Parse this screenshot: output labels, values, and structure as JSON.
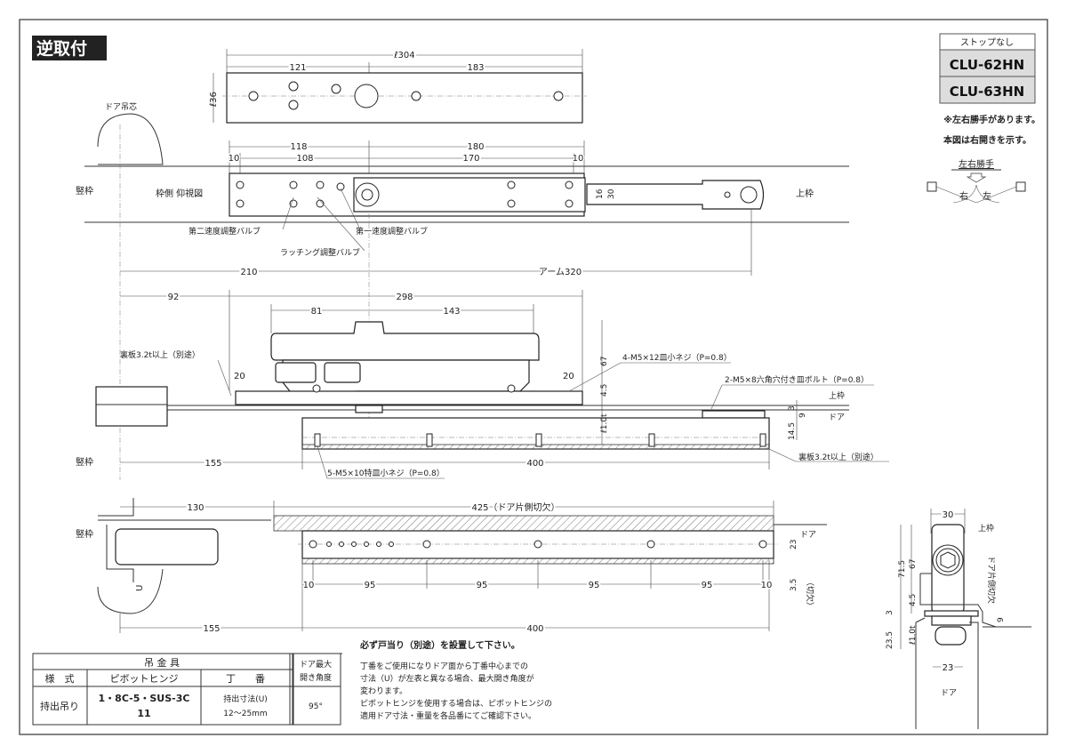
{
  "title": "逆取付",
  "model_box": {
    "header": "ストップなし",
    "models": [
      "CLU-62HN",
      "CLU-63HN"
    ]
  },
  "hand_notes": {
    "line1": "※左右勝手があります。",
    "line2": "本図は右開きを示す。",
    "hand_title": "左右勝手",
    "right": "右",
    "left": "左"
  },
  "top_plate": {
    "overall": "ℓ304",
    "left": "121",
    "right": "183",
    "height": "ℓ36"
  },
  "frame_view": {
    "pivot": "ドア吊芯",
    "vertical_frame": "竪枠",
    "view_label": "枠側 仰視図",
    "head_frame": "上枠",
    "d118": "118",
    "d180": "180",
    "d10a": "10",
    "d108": "108",
    "d170": "170",
    "d10b": "10",
    "d16": "16",
    "d30": "30",
    "valve2": "第二速度調整バルブ",
    "valve1": "第一速度調整バルブ",
    "latch_valve": "ラッチング調整バルブ",
    "d210": "210",
    "arm": "アーム320"
  },
  "side_view": {
    "d92": "92",
    "d298": "298",
    "d81": "81",
    "d143": "143",
    "backplate_top": "裏板3.2t以上（別途）",
    "d20a": "20",
    "d20b": "20",
    "d67": "67",
    "d4_5": "4.5",
    "screw1": "4-M5×12皿小ネジ（P=0.8）",
    "screw2": "2-M5×8六角穴付き皿ボルト（P=0.8）",
    "head_frame": "上枠",
    "door": "ドア",
    "d3": "3",
    "d9": "9",
    "d14_5": "14.5",
    "t1": "ℓ1.0t",
    "vertical_frame": "竪枠",
    "d155": "155",
    "d400": "400",
    "backplate_bottom": "裏板3.2t以上（別途）",
    "screw3": "5-M5×10特皿小ネジ（P=0.8）"
  },
  "plan_view": {
    "vertical_frame": "竪枠",
    "d130": "130",
    "cutout": "425（ドア片側切欠）",
    "door": "ドア",
    "d23": "23",
    "cut": "（切欠）",
    "d3_5": "3.5",
    "u": "U",
    "pitch": [
      "10",
      "95",
      "95",
      "95",
      "95",
      "10"
    ],
    "d155": "155",
    "d400": "400"
  },
  "section": {
    "d30": "30",
    "head_frame": "上枠",
    "d71_5": "71.5",
    "d67": "67",
    "d4_5": "4.5",
    "d3": "3",
    "d23_5": "23.5",
    "t1": "ℓ1.0t",
    "d23": "23",
    "door": "ドア",
    "cutout": "ドア片側切欠",
    "d9": "9"
  },
  "table": {
    "group_header": "吊 金 具",
    "max_angle_header_1": "ドア最大",
    "max_angle_header_2": "開き角度",
    "col_style": "様　式",
    "col_pivot": "ピボットヒンジ",
    "col_hinge": "丁　　番",
    "row_style": "持出吊り",
    "row_pivot_1": "1・8C-5・SUS-3C",
    "row_pivot_2": "11",
    "row_hinge_1": "持出寸法(U)",
    "row_hinge_2": "12〜25mm",
    "row_angle": "95°"
  },
  "notes": {
    "heading": "必ず戸当り（別途）を設置して下さい。",
    "lines": [
      "丁番をご使用になりドア面から丁番中心までの",
      "寸法（U）が左表と異なる場合、最大開き角度が",
      "変わります。",
      "ピボットヒンジを使用する場合は、ピボットヒンジの",
      "適用ドア寸法・重量を各品番にてご確認下さい。"
    ]
  }
}
